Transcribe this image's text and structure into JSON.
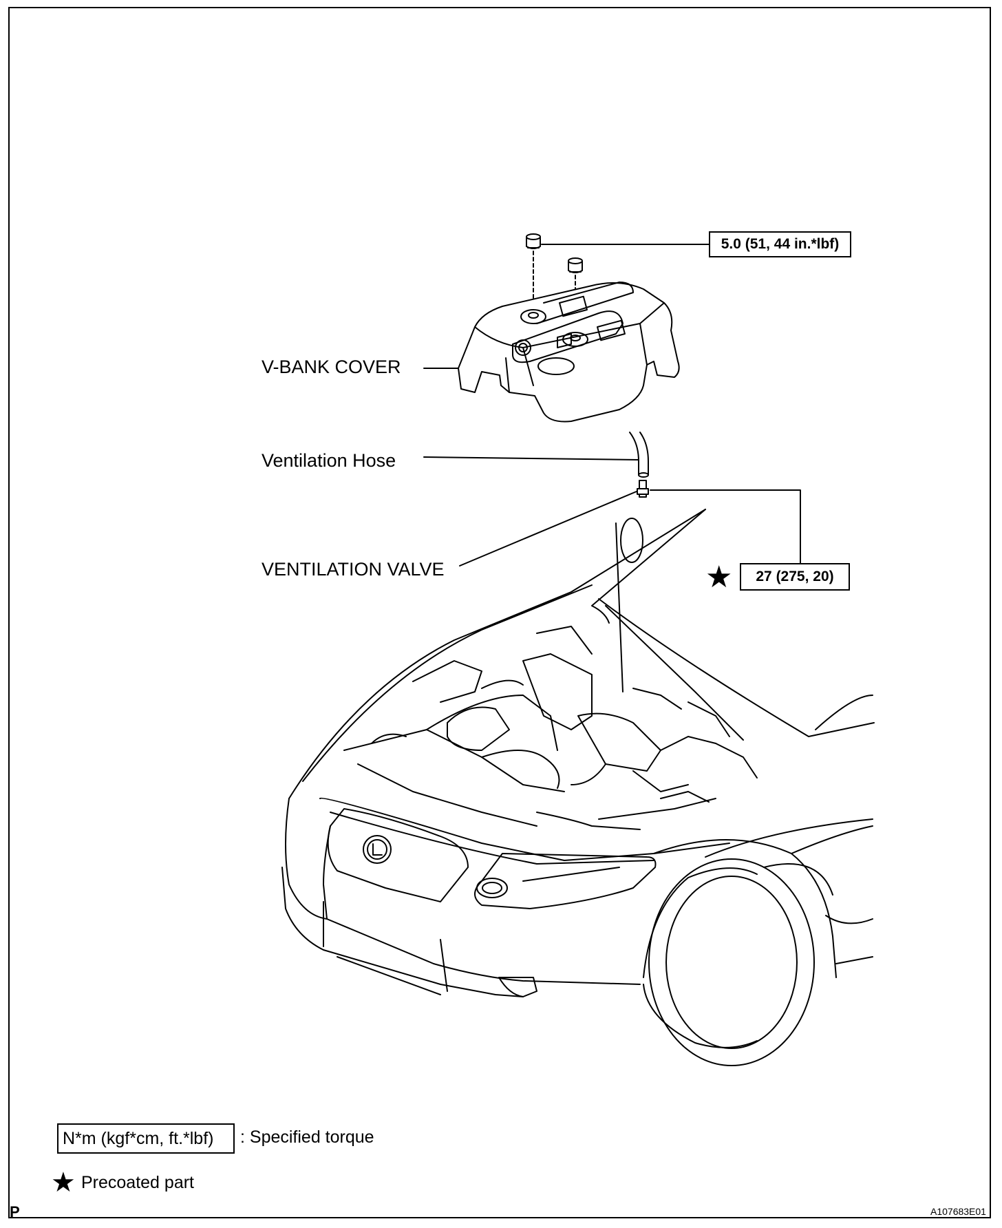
{
  "parts": {
    "v_bank_cover": "V-BANK COVER",
    "ventilation_hose": "Ventilation Hose",
    "ventilation_valve": "VENTILATION VALVE"
  },
  "torque": {
    "cover_nut": "5.0 (51, 44 in.*lbf)",
    "ventilation_valve": "27 (275, 20)"
  },
  "legend": {
    "torque_unit": "N*m (kgf*cm, ft.*lbf)",
    "torque_desc": ": Specified torque",
    "precoat_desc": "Precoated part",
    "star_glyph": "★"
  },
  "footer": {
    "page_letter": "P",
    "figure_id": "A107683E01"
  }
}
